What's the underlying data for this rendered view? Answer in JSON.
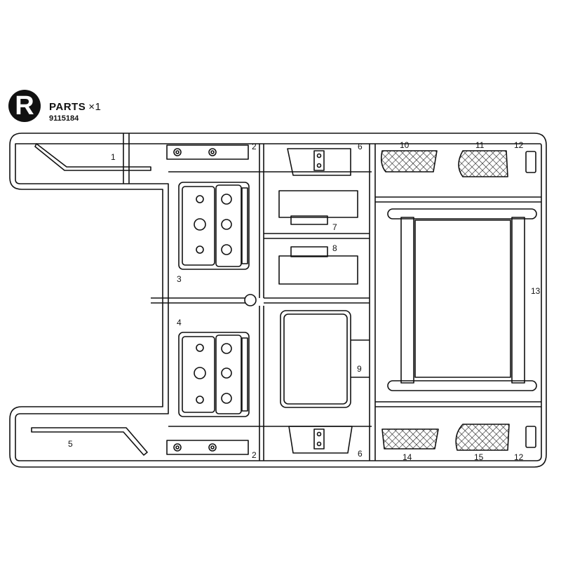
{
  "header": {
    "sprue_letter": "R",
    "title": "PARTS",
    "quantity": "×1",
    "part_number": "9115184"
  },
  "parts": {
    "p1": "1",
    "p2_top": "2",
    "p2_bottom": "2",
    "p3": "3",
    "p4": "4",
    "p5": "5",
    "p6_top": "6",
    "p6_bottom": "6",
    "p7": "7",
    "p8": "8",
    "p9": "9",
    "p10": "10",
    "p11": "11",
    "p12_top": "12",
    "p12_bottom": "12",
    "p13": "13",
    "p14": "14",
    "p15": "15"
  }
}
